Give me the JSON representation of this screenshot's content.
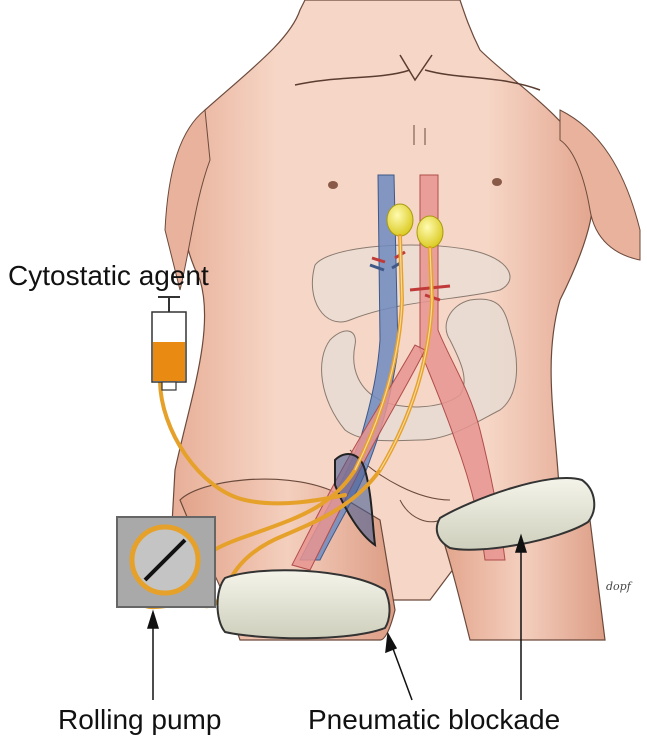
{
  "labels": {
    "cytostatic_agent": "Cytostatic agent",
    "rolling_pump": "Rolling pump",
    "pneumatic_blockade": "Pneumatic blockade"
  },
  "signature": "dopf",
  "colors": {
    "skin": "#f2c9b3",
    "skin_shadow": "#d89a82",
    "vein": "#5d7db3",
    "artery": "#e07a78",
    "catheter": "#e8a93a",
    "balloon": "#f1e64a",
    "cuff": "#e6e6d6",
    "pump_box": "#a9a9a9",
    "drug_fill": "#e98a12",
    "organ": "#e4ddd6"
  }
}
